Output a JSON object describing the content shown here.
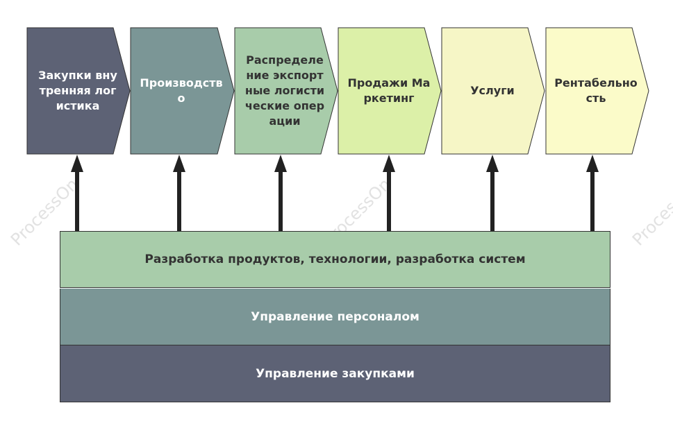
{
  "stages": [
    {
      "label": "Закупки внутренняя логистика",
      "fill": "#5d6275",
      "text_color": "#ffffff"
    },
    {
      "label": "Производство",
      "fill": "#7b9696",
      "text_color": "#ffffff"
    },
    {
      "label": "Распределение экспортные логистические операции",
      "fill": "#a8ccaa",
      "text_color": "#333333"
    },
    {
      "label": "Продажи Маркетинг",
      "fill": "#dcf0a8",
      "text_color": "#333333"
    },
    {
      "label": "Услуги",
      "fill": "#f6f6c6",
      "text_color": "#333333"
    },
    {
      "label": "Рентабельность",
      "fill": "#fbfbc9",
      "text_color": "#333333"
    }
  ],
  "bands": {
    "rnd": "Разработка продуктов, технологии, разработка систем",
    "hr": "Управление персоналом",
    "procurement": "Управление закупками"
  },
  "watermark": "ProcessOn"
}
